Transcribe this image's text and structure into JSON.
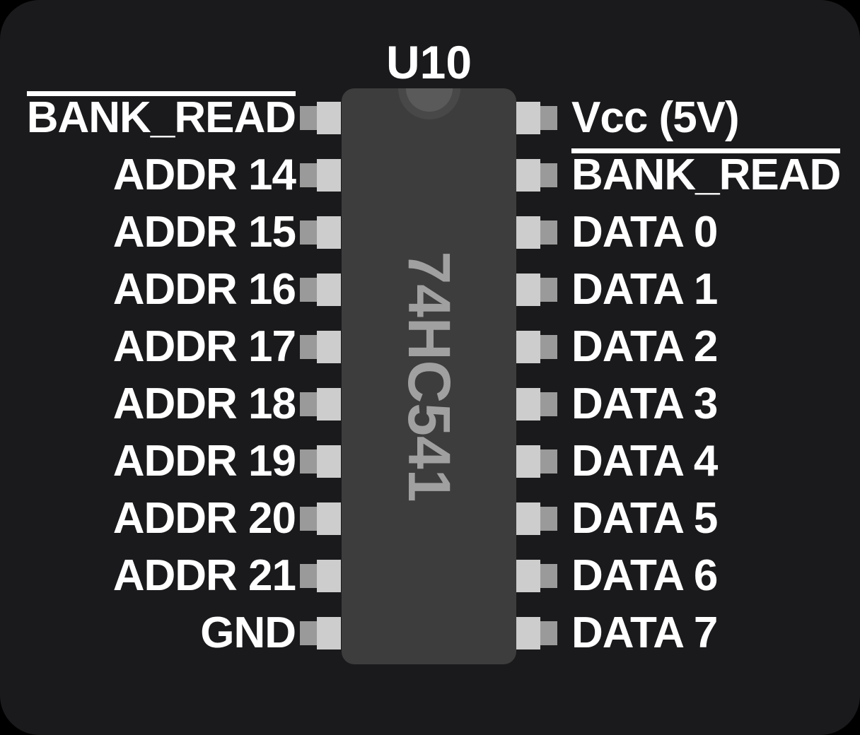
{
  "diagram": {
    "designator": "U10",
    "part_number": "74HC541"
  },
  "left_pins": [
    {
      "label": "BANK_READ",
      "overline": true
    },
    {
      "label": "ADDR 14",
      "overline": false
    },
    {
      "label": "ADDR 15",
      "overline": false
    },
    {
      "label": "ADDR 16",
      "overline": false
    },
    {
      "label": "ADDR 17",
      "overline": false
    },
    {
      "label": "ADDR 18",
      "overline": false
    },
    {
      "label": "ADDR 19",
      "overline": false
    },
    {
      "label": "ADDR 20",
      "overline": false
    },
    {
      "label": "ADDR 21",
      "overline": false
    },
    {
      "label": "GND",
      "overline": false
    }
  ],
  "right_pins": [
    {
      "label": "Vcc (5V)",
      "overline": false
    },
    {
      "label": "BANK_READ",
      "overline": true
    },
    {
      "label": "DATA 0",
      "overline": false
    },
    {
      "label": "DATA 1",
      "overline": false
    },
    {
      "label": "DATA 2",
      "overline": false
    },
    {
      "label": "DATA 3",
      "overline": false
    },
    {
      "label": "DATA 4",
      "overline": false
    },
    {
      "label": "DATA 5",
      "overline": false
    },
    {
      "label": "DATA 6",
      "overline": false
    },
    {
      "label": "DATA 7",
      "overline": false
    }
  ],
  "layout_values": {
    "pin_count_per_side": "10"
  },
  "colors": {
    "canvas": "#000000",
    "board_background": "#1a1a1c",
    "chip_body": "#3d3d3d",
    "chip_notch_outer": "#484848",
    "chip_notch_inner": "#5a5a5a",
    "pin_pad_light": "#cdcdcd",
    "pin_pad_dark": "#9a9a9a",
    "label_text": "#ffffff",
    "chip_text": "#a0a0a0"
  }
}
